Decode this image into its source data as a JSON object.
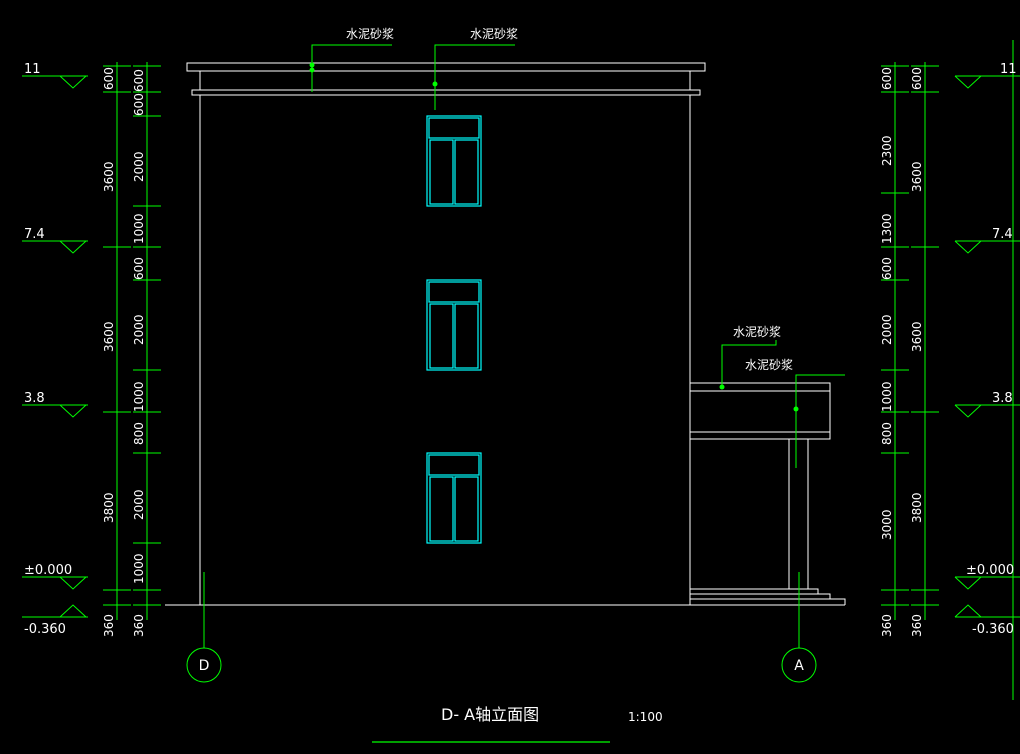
{
  "drawing": {
    "title": "D- A轴立面图",
    "scale": "1:100"
  },
  "annotations": {
    "mortar_label": "水泥砂浆"
  },
  "levels": {
    "roof": "11",
    "third": "7.4",
    "second": "3.8",
    "ground": "±0.000",
    "exterior": "-0.360"
  },
  "dimensions": {
    "left_outer": [
      "360",
      "3800",
      "3600",
      "3600",
      "600"
    ],
    "left_inner": [
      "360",
      "1000",
      "2000",
      "800",
      "1000",
      "2000",
      "600",
      "1000",
      "2000",
      "600",
      "600"
    ],
    "right_outer": [
      "360",
      "3800",
      "3600",
      "3600",
      "600"
    ],
    "right_inner": [
      "360",
      "3000",
      "800",
      "1000",
      "2000",
      "600",
      "1300",
      "2300",
      "600"
    ]
  },
  "axes": {
    "left": "D",
    "right": "A"
  },
  "colors": {
    "dimension": "#00ff00",
    "window": "#00ffff",
    "outline": "#ffffff",
    "background": "#000000"
  }
}
